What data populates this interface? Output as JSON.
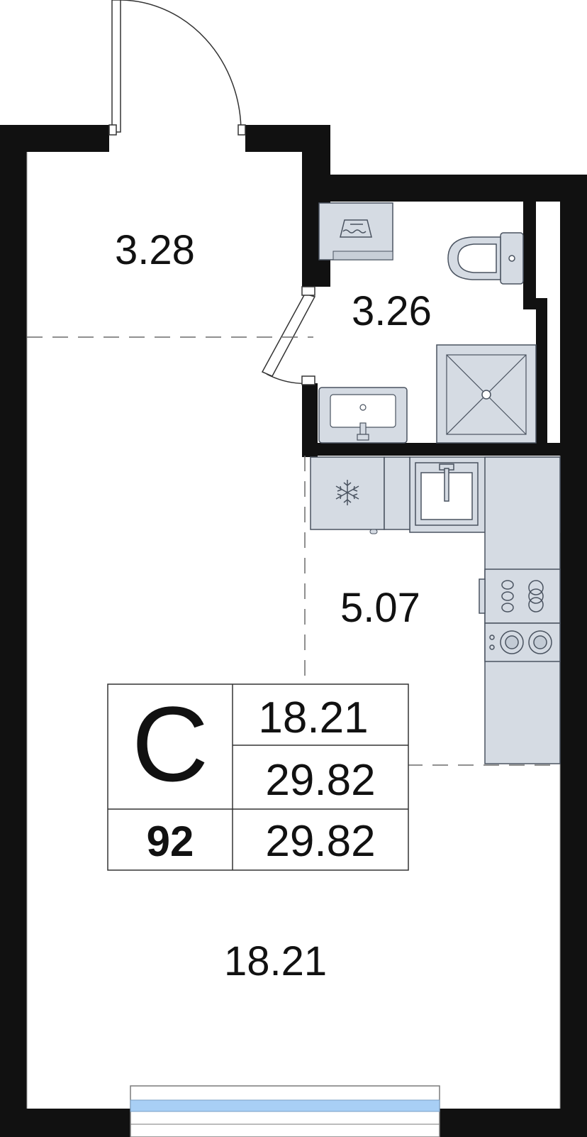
{
  "rooms": {
    "hallway": {
      "area": "3.28"
    },
    "bathroom": {
      "area": "3.26"
    },
    "kitchen": {
      "area": "5.07"
    },
    "living": {
      "area": "18.21"
    }
  },
  "summary": {
    "type": "С",
    "apartment_number": "92",
    "living_area": "18.21",
    "total_area": "29.82",
    "total_area_with_balcony": "29.82"
  },
  "colors": {
    "wall": "#111111",
    "fixture_fill": "#d5dbe3",
    "fixture_stroke": "#4a5360",
    "window": "#a8cff5",
    "dash": "#6b6b6b"
  },
  "icons": {
    "fridge": "snowflake-icon",
    "washer": "washing-machine-icon",
    "stove": "stove-icon"
  }
}
